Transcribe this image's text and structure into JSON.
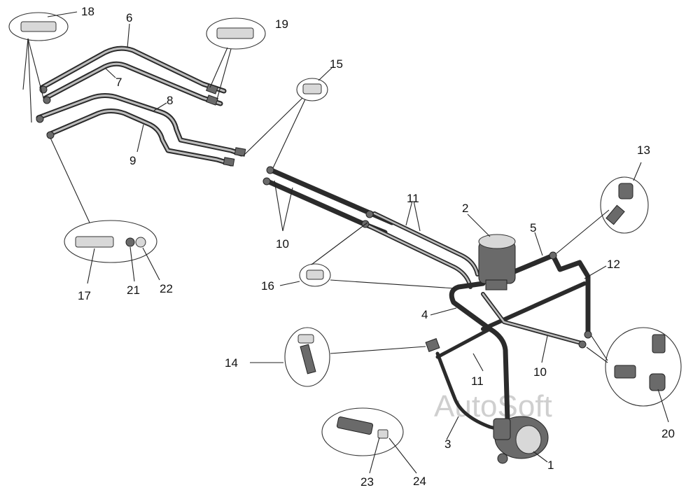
{
  "callouts": [
    {
      "id": "c18",
      "text": "18"
    },
    {
      "id": "c6",
      "text": "6"
    },
    {
      "id": "c19",
      "text": "19"
    },
    {
      "id": "c7",
      "text": "7"
    },
    {
      "id": "c15",
      "text": "15"
    },
    {
      "id": "c8",
      "text": "8"
    },
    {
      "id": "c9",
      "text": "9"
    },
    {
      "id": "c13",
      "text": "13"
    },
    {
      "id": "c11a",
      "text": "11"
    },
    {
      "id": "c2",
      "text": "2"
    },
    {
      "id": "c5",
      "text": "5"
    },
    {
      "id": "c10a",
      "text": "10"
    },
    {
      "id": "c12",
      "text": "12"
    },
    {
      "id": "c17",
      "text": "17"
    },
    {
      "id": "c21",
      "text": "21"
    },
    {
      "id": "c22",
      "text": "22"
    },
    {
      "id": "c16",
      "text": "16"
    },
    {
      "id": "c4",
      "text": "4"
    },
    {
      "id": "c14",
      "text": "14"
    },
    {
      "id": "c11b",
      "text": "11"
    },
    {
      "id": "c10b",
      "text": "10"
    },
    {
      "id": "c3",
      "text": "3"
    },
    {
      "id": "c1",
      "text": "1"
    },
    {
      "id": "c20",
      "text": "20"
    },
    {
      "id": "c23",
      "text": "23"
    },
    {
      "id": "c24",
      "text": "24"
    }
  ],
  "watermark": "AutoSoft"
}
